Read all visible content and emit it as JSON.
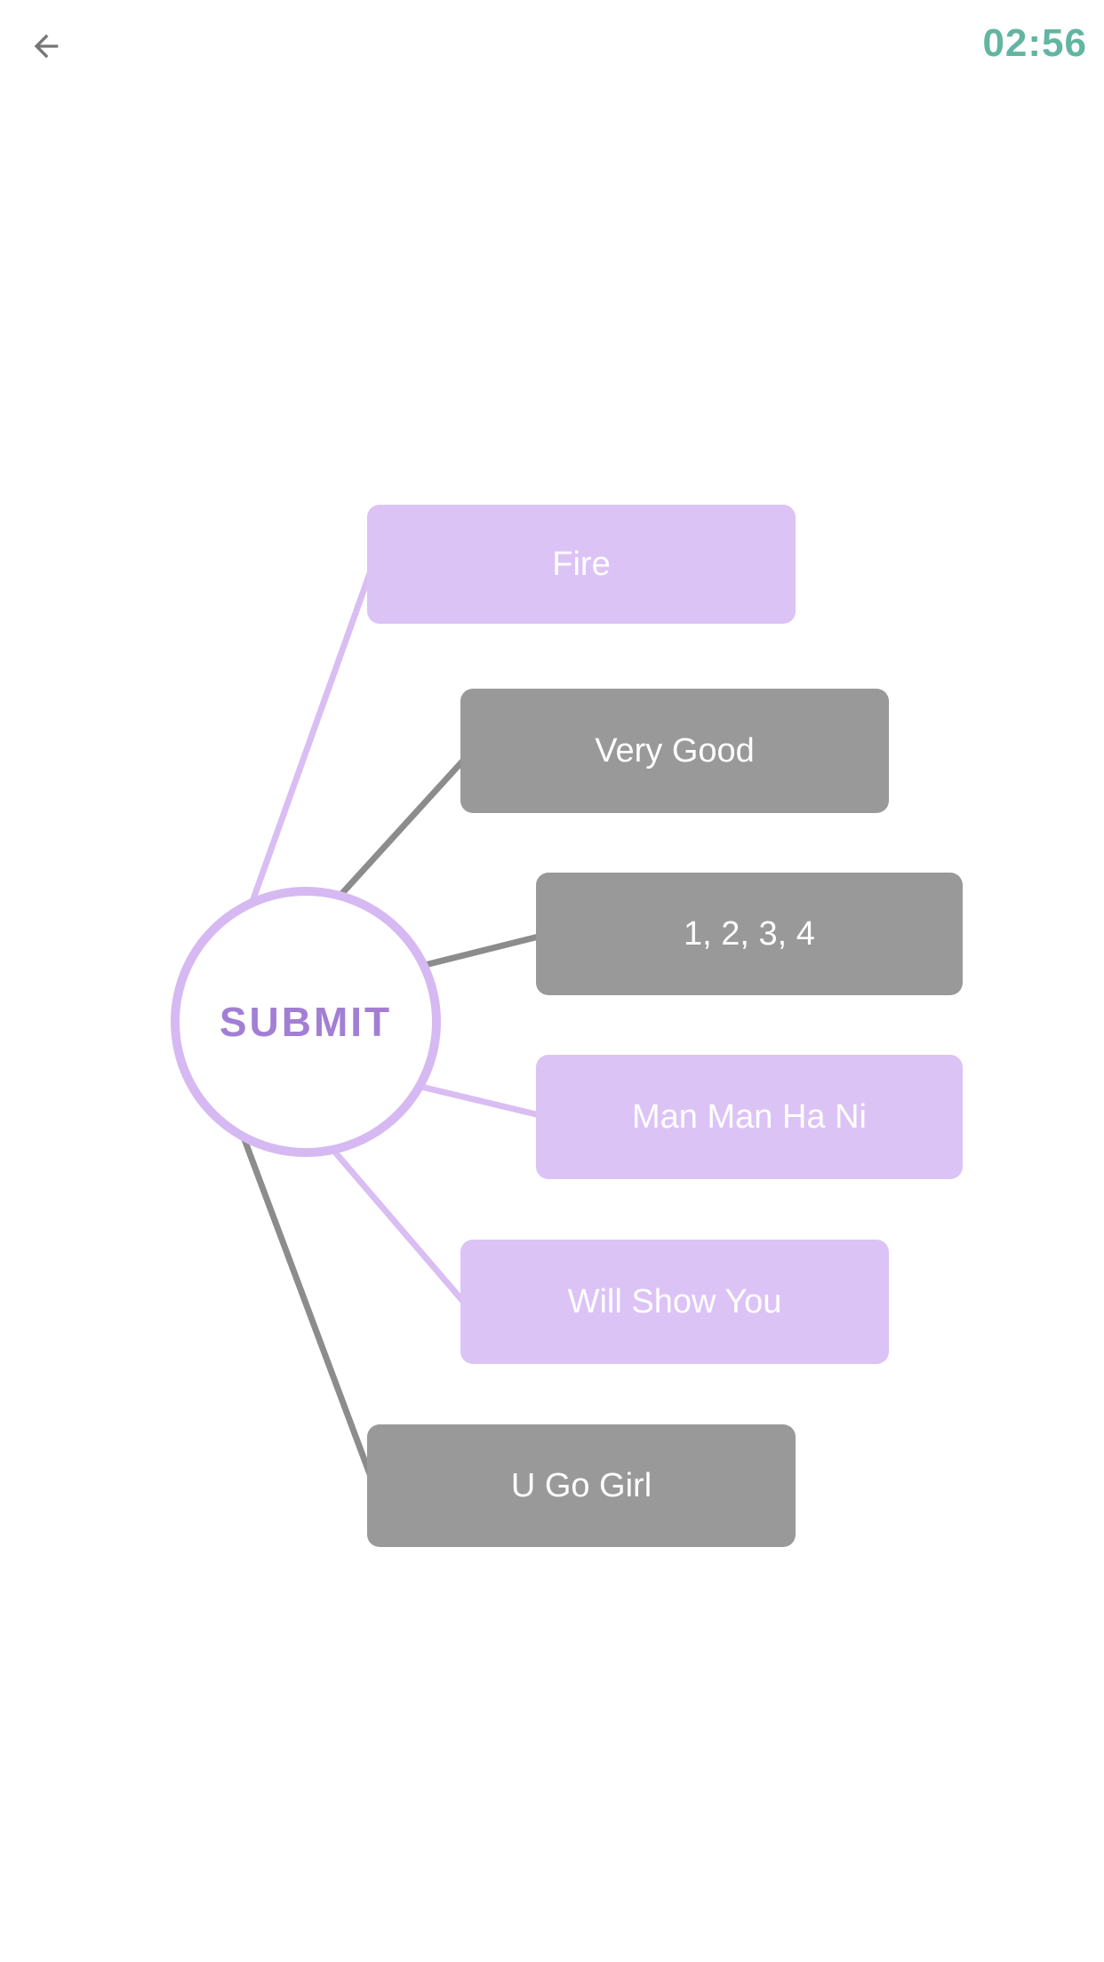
{
  "header": {
    "back_icon": "arrow-left-icon",
    "timer": "02:56"
  },
  "colors": {
    "timer_text": "#62B5A0",
    "back_arrow": "#757575",
    "option_purple": "#DCC3F5",
    "option_gray": "#999999",
    "option_text": "#FFFFFF",
    "line_purple": "#D9BDF3",
    "line_gray": "#8C8C8C",
    "circle_border": "#D6B9F2",
    "submit_text": "#A27FD4"
  },
  "mindmap": {
    "center_label": "SUBMIT",
    "options": [
      {
        "label": "Fire",
        "variant": "purple"
      },
      {
        "label": "Very Good",
        "variant": "gray"
      },
      {
        "label": "1, 2, 3, 4",
        "variant": "gray"
      },
      {
        "label": "Man Man Ha Ni",
        "variant": "purple"
      },
      {
        "label": "Will Show You",
        "variant": "purple"
      },
      {
        "label": "U Go Girl",
        "variant": "gray"
      }
    ]
  }
}
